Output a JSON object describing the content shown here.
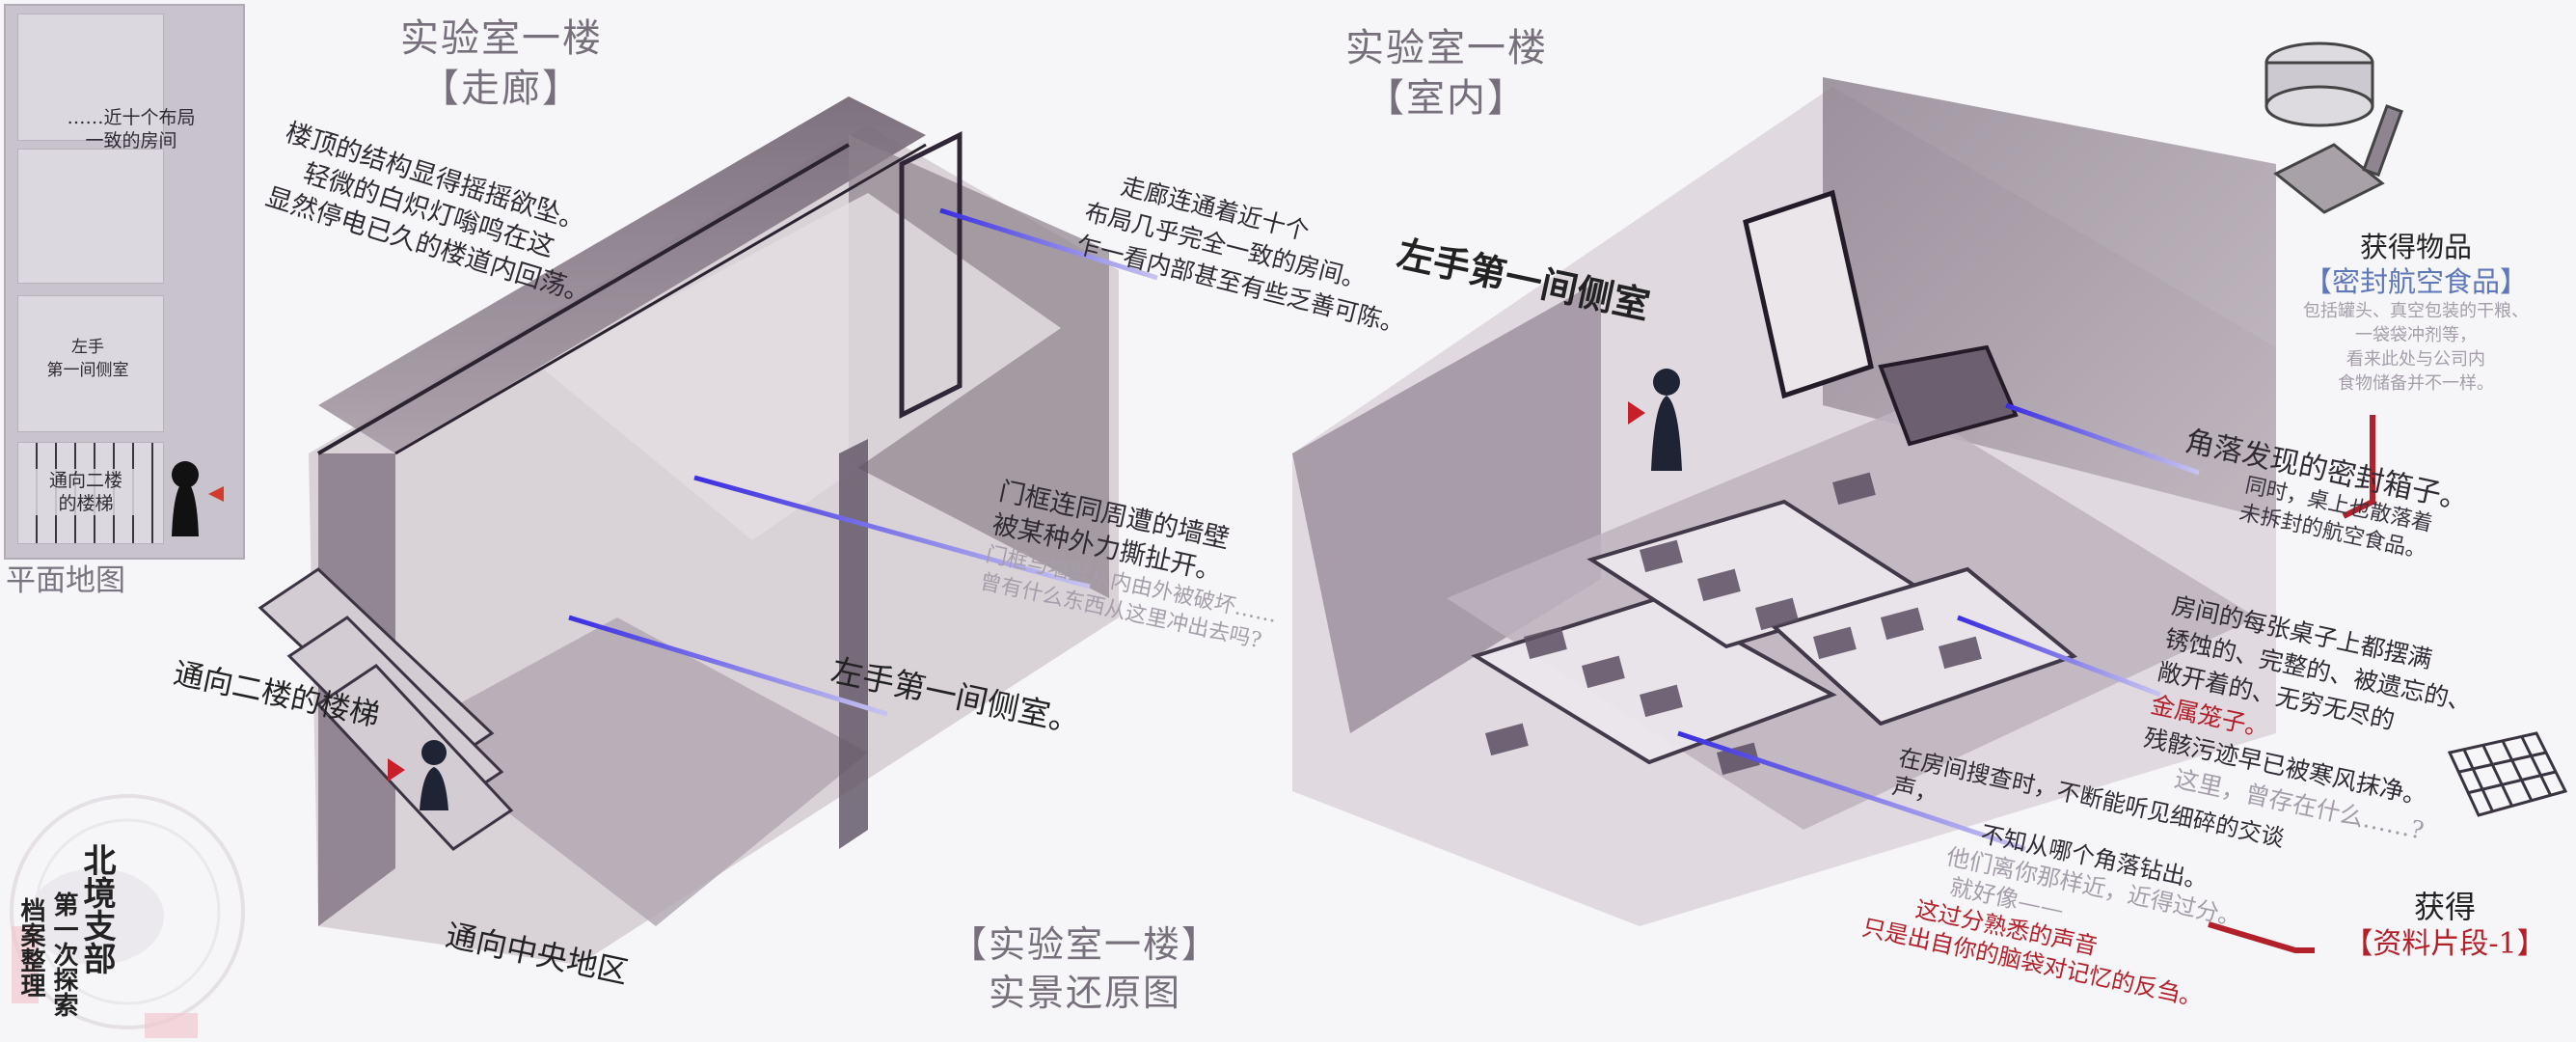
{
  "plan_map": {
    "rooms_label": "……近十个布局\n一致的房间",
    "side_room": "左手\n第一间侧室",
    "stairs": "通向二楼\n的楼梯",
    "caption": "平面地图"
  },
  "corridor": {
    "title_1": "实验室一楼",
    "title_2": "【走廊】",
    "ceiling_note": [
      "楼顶的结构显得摇摇欲坠。",
      "轻微的白炽灯嗡鸣在这",
      "显然停电已久的楼道内回荡。"
    ],
    "rooms_note": [
      "走廊连通着近十个",
      "布局几乎完全一致的房间。",
      "乍一看内部甚至有些乏善可陈。"
    ],
    "door_note": [
      "门框连同周遭的墙壁",
      "被某种外力撕扯开。"
    ],
    "door_faint": [
      "门框与墙壁从内由外被破坏……",
      "曾有什么东西从这里冲出去吗?"
    ],
    "side_room": "左手第一间侧室。",
    "stairs": "通向二楼的楼梯",
    "central": "通向中央地区"
  },
  "room": {
    "title_1": "实验室一楼",
    "title_2": "【室内】",
    "side_room_big": "左手第一间侧室",
    "box_note": "角落发现的密封箱子。",
    "box_note_sub": [
      "同时，桌上也散落着",
      "未拆封的航空食品。"
    ],
    "cage_note": [
      "房间的每张桌子上都摆满",
      "锈蚀的、完整的、被遗忘的、",
      "敞开着的、无穷无尽的"
    ],
    "cage_red": "金属笼子。",
    "cage_after": "残骸污迹早已被寒风抹净。",
    "cage_faint": "这里，曾存在什么……?",
    "search_note": [
      "在房间搜查时，不断能听见细碎的交谈声，",
      "不知从哪个角落钻出。"
    ],
    "search_faint": [
      "他们离你那样近，近得过分。",
      "就好像——"
    ],
    "search_red": [
      "这过分熟悉的声音",
      "只是出自你的脑袋对记忆的反刍。"
    ]
  },
  "item": {
    "label": "获得物品",
    "name": "【密封航空食品】",
    "desc": [
      "包括罐头、真空包装的干粮、",
      "一袋袋冲剂等，",
      "看来此处与公司内",
      "食物储备并不一样。"
    ]
  },
  "gain": {
    "label": "获得",
    "name": "【资料片段-1】"
  },
  "caption": {
    "line1": "【实验室一楼】",
    "line2": "实景还原图"
  },
  "stamp": {
    "col1": "北境支部",
    "col2": "第一次探索",
    "col3": "档案整理"
  },
  "colors": {
    "accent_line": "#4a3ee0",
    "marker_red": "#c8202a",
    "ink": "#2a2535"
  }
}
